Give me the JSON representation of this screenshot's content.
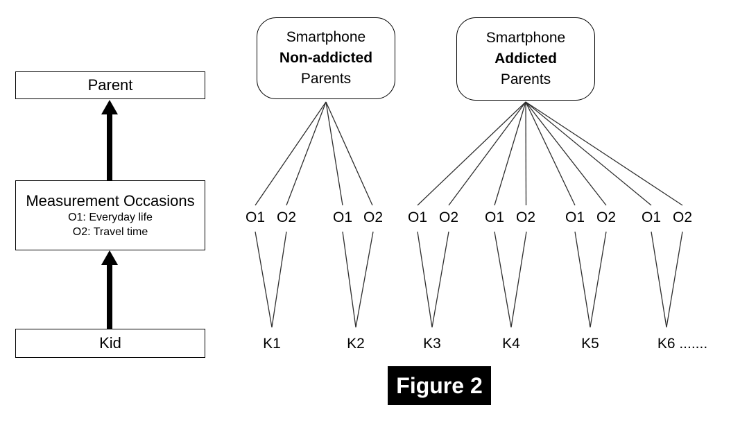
{
  "figure_caption": "Figure 2",
  "colors": {
    "ink": "#000000",
    "paper": "#ffffff",
    "caption_bg": "#000000",
    "caption_text": "#ffffff"
  },
  "left_panel": {
    "parent_label": "Parent",
    "measurement_title": "Measurement Occasions",
    "occasion_definitions": [
      "O1: Everyday life",
      "O2: Travel time"
    ],
    "kid_label": "Kid"
  },
  "groups": [
    {
      "line1": "Smartphone",
      "line2": "Non-addicted",
      "line3": "Parents"
    },
    {
      "line1": "Smartphone",
      "line2": "Addicted",
      "line3": "Parents"
    }
  ],
  "units": [
    {
      "kid": "K1",
      "occasions": [
        "O1",
        "O2"
      ]
    },
    {
      "kid": "K2",
      "occasions": [
        "O1",
        "O2"
      ]
    },
    {
      "kid": "K3",
      "occasions": [
        "O1",
        "O2"
      ]
    },
    {
      "kid": "K4",
      "occasions": [
        "O1",
        "O2"
      ]
    },
    {
      "kid": "K5",
      "occasions": [
        "O1",
        "O2"
      ]
    },
    {
      "kid": "K6 .......",
      "occasions": [
        "O1",
        "O2"
      ]
    }
  ]
}
